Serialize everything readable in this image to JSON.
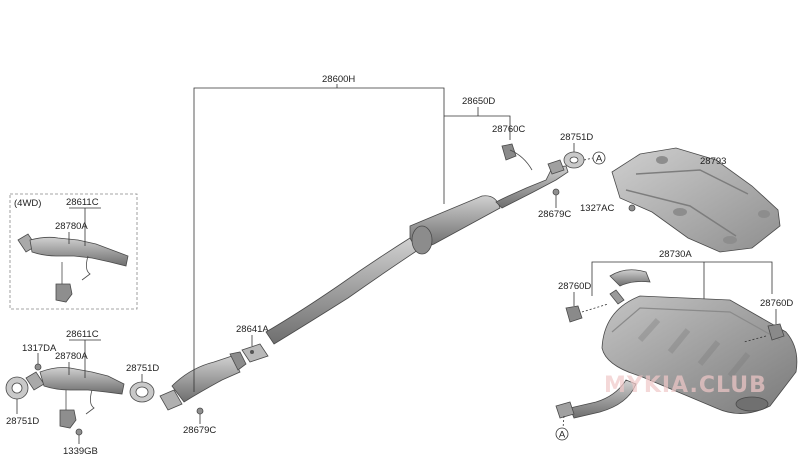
{
  "diagram": {
    "variant_label": "(4WD)",
    "reference_marker": "A",
    "labels": {
      "assembly": "28600H",
      "center_pipe": "28650D",
      "hanger_center": "28760C",
      "gasket_rear": "28751D",
      "heat_protector": "28793",
      "bolt_protector": "1327AC",
      "gasket_bolt_center": "28679C",
      "catalytic_4wd": "28611C",
      "flex_4wd": "28780A",
      "catalytic": "28611C",
      "flex": "28780A",
      "bolt_front": "1317DA",
      "gasket_front_left": "28751D",
      "gasket_front_mid": "28751D",
      "clamp": "28641A",
      "bolt_lower": "28679C",
      "nut_lower": "1339GB",
      "muffler": "28730A",
      "hanger_rear_left": "28760D",
      "hanger_rear_right": "28760D"
    },
    "watermark": "MYKIA.CLUB"
  },
  "colors": {
    "pipe": "#9c9c9c",
    "pipe_dark": "#6f6f6f",
    "shield": "#b5b5b5",
    "leader": "#333333"
  }
}
